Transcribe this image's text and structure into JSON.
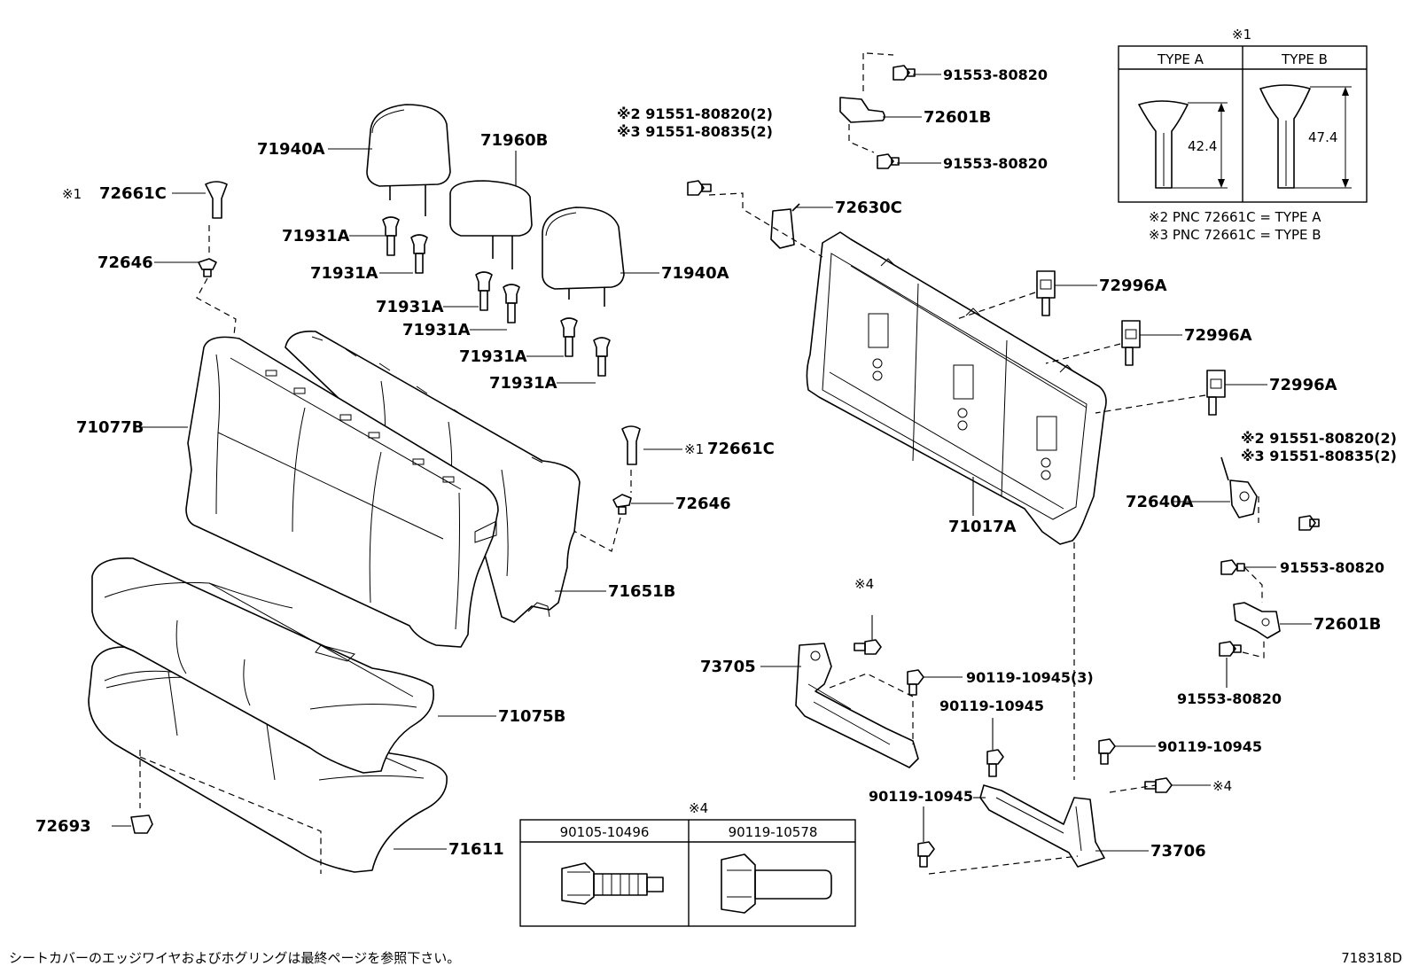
{
  "diagram_code": "718318D",
  "footer_note": "シートカバーのエッジワイヤおよびホグリングは最終ページを参照下さい。",
  "type_table": {
    "mark": "※1",
    "type_a": "TYPE A",
    "type_b": "TYPE B",
    "dim_a": "42.4",
    "dim_b": "47.4",
    "note2": "※2 PNC 72661C = TYPE A",
    "note3": "※3 PNC 72661C = TYPE B"
  },
  "bolt_table": {
    "mark": "※4",
    "col1": "90105-10496",
    "col2": "90119-10578"
  },
  "labels": {
    "p71940A_top": "71940A",
    "p71960B": "71960B",
    "p72661C_top": "72661C",
    "p72661C_top_mark": "※1",
    "p72646_top": "72646",
    "p71931A_1": "71931A",
    "p71931A_2": "71931A",
    "p71931A_3": "71931A",
    "p71931A_4": "71931A",
    "p71931A_5": "71931A",
    "p71931A_6": "71931A",
    "p71940A_right": "71940A",
    "p71077B": "71077B",
    "p72661C_mid": "72661C",
    "p72661C_mid_mark": "※1",
    "p72646_mid": "72646",
    "p71651B": "71651B",
    "p71075B": "71075B",
    "p72693": "72693",
    "p71611": "71611",
    "bolt_a_2": "※2 91551-80820(2)",
    "bolt_a_3": "※3 91551-80835(2)",
    "p91553_top1": "91553-80820",
    "p72601B_top": "72601B",
    "p91553_top2": "91553-80820",
    "p72630C": "72630C",
    "p72996A_1": "72996A",
    "p72996A_2": "72996A",
    "p72996A_3": "72996A",
    "bolt_b_2": "※2 91551-80820(2)",
    "bolt_b_3": "※3 91551-80835(2)",
    "p72640A": "72640A",
    "p71017A": "71017A",
    "p91553_r1": "91553-80820",
    "p72601B_r": "72601B",
    "p91553_r2": "91553-80820",
    "p73705": "73705",
    "mark4_a": "※4",
    "p90119_3": "90119-10945(3)",
    "p90119_a": "90119-10945",
    "p90119_b": "90119-10945",
    "p90119_c": "90119-10945",
    "mark4_b": "※4",
    "p73706": "73706"
  }
}
